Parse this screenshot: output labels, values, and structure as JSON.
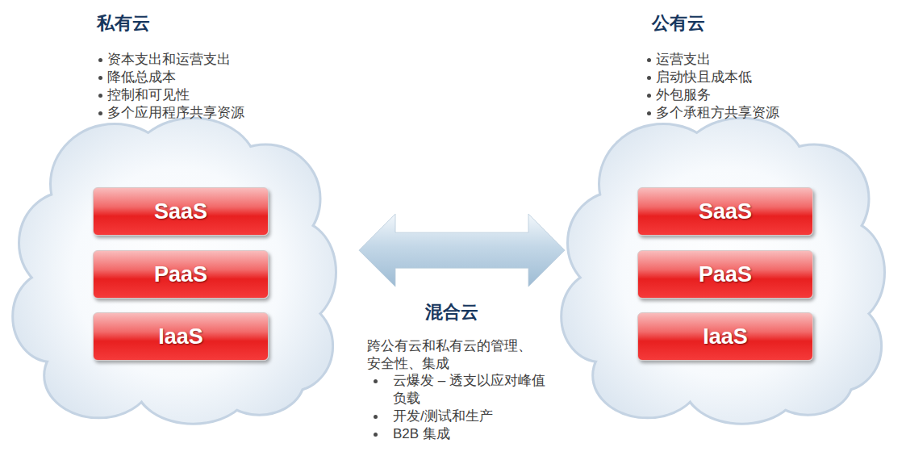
{
  "diagram": {
    "nodes": [
      {
        "text": [
          "私有云",
          "资本支出和运营支出",
          "降低总成本",
          "控制和可见性",
          "多个应用程序共享资源"
        ]
      },
      {
        "text": [
          "SaaS"
        ],
        "in": 0
      },
      {
        "text": [
          "PaaS"
        ],
        "in": 0
      },
      {
        "text": [
          "IaaS"
        ],
        "in": 0
      },
      {
        "text": [
          "公有云",
          "运营支出",
          "启动快且成本低",
          "外包服务",
          "多个承租方共享资源"
        ]
      },
      {
        "text": [
          "SaaS"
        ],
        "in": 4
      },
      {
        "text": [
          "PaaS"
        ],
        "in": 4
      },
      {
        "text": [
          "IaaS"
        ],
        "in": 4
      }
    ],
    "edges": [
      {
        "from": 0,
        "to": 4,
        "arrow": "both"
      }
    ],
    "labels": [
      "混合云",
      "跨公有云和私有云的管理、 安全性、集成",
      "云爆发 – 透支以应对峰值 负载",
      "开发/测试和生产",
      "B2B 集成"
    ]
  }
}
